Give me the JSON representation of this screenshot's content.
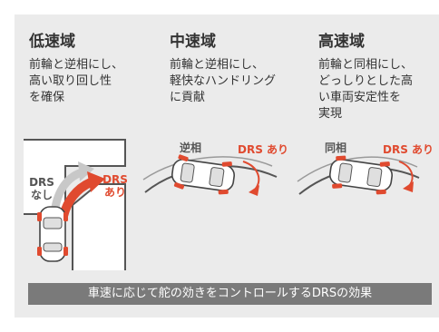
{
  "columns": [
    {
      "title": "低速域",
      "lines": [
        "前輪と逆相にし、",
        "高い取り回し性",
        "を確保"
      ]
    },
    {
      "title": "中速域",
      "lines": [
        "前輪と逆相にし、",
        "軽快なハンドリング",
        "に貢献"
      ]
    },
    {
      "title": "高速域",
      "lines": [
        "前輪と同相にし、",
        "どっしりとした高",
        "い車両安定性を",
        "実現"
      ]
    }
  ],
  "low_speed": {
    "without_line1": "DRS",
    "without_line2": "なし",
    "with_line1": "DRS",
    "with_line2": "あり"
  },
  "mid_speed": {
    "phase_label": "逆相",
    "drs_label": "DRS あり"
  },
  "high_speed": {
    "phase_label": "同相",
    "drs_label": "DRS あり"
  },
  "caption": "車速に応じて舵の効きをコントロールするDRSの効果",
  "colors": {
    "accent_red": "#e04a2f",
    "caption_bg": "#7a7a7a",
    "panel_bg": "#ebebeb",
    "text_dark": "#333333"
  }
}
